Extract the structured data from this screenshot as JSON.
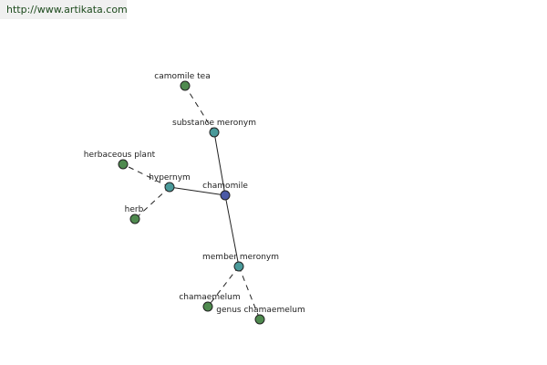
{
  "site_url": "http://www.artikata.com",
  "colors": {
    "center": "#4b5aa6",
    "relation": "#4a9a9a",
    "leaf": "#4f8a4f",
    "stroke": "#222222"
  },
  "nodes": {
    "center": "chamomile",
    "hypernym": "hypernym",
    "substance_meronym": "substance meronym",
    "member_meronym": "member meronym",
    "camomile_tea": "camomile tea",
    "herbaceous_plant": "herbaceous plant",
    "herb": "herb",
    "chamaemelum": "chamaemelum",
    "genus_chamaemelum": "genus chamaemelum"
  }
}
